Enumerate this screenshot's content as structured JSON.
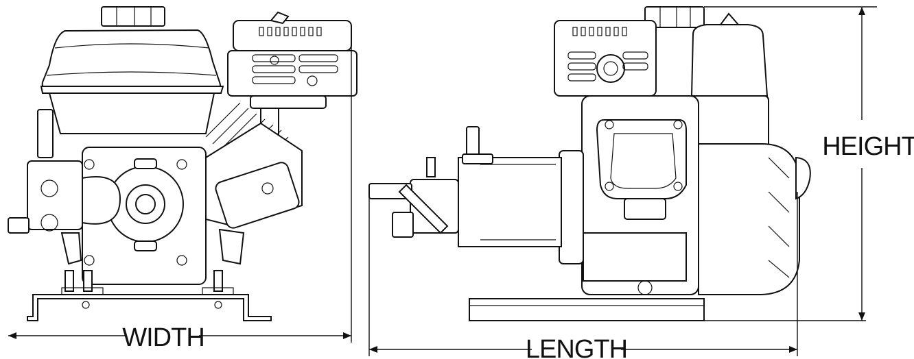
{
  "labels": {
    "width": "WIDTH",
    "length": "LENGTH",
    "height": "HEIGHT"
  }
}
